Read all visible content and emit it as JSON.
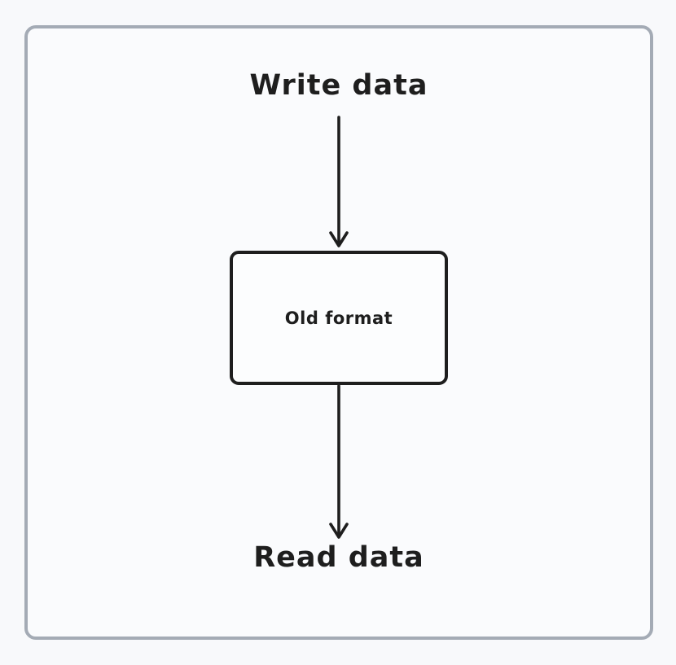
{
  "diagram": {
    "top_label": "Write data",
    "node_label": "Old format",
    "bottom_label": "Read data",
    "icons": {
      "arrow_1": "arrow-down",
      "arrow_2": "arrow-down"
    },
    "colors": {
      "ink": "#1e1e1e",
      "frame_border": "#a4abb5",
      "background": "#f8f9fb",
      "node_fill": "#fcfdfe"
    }
  }
}
